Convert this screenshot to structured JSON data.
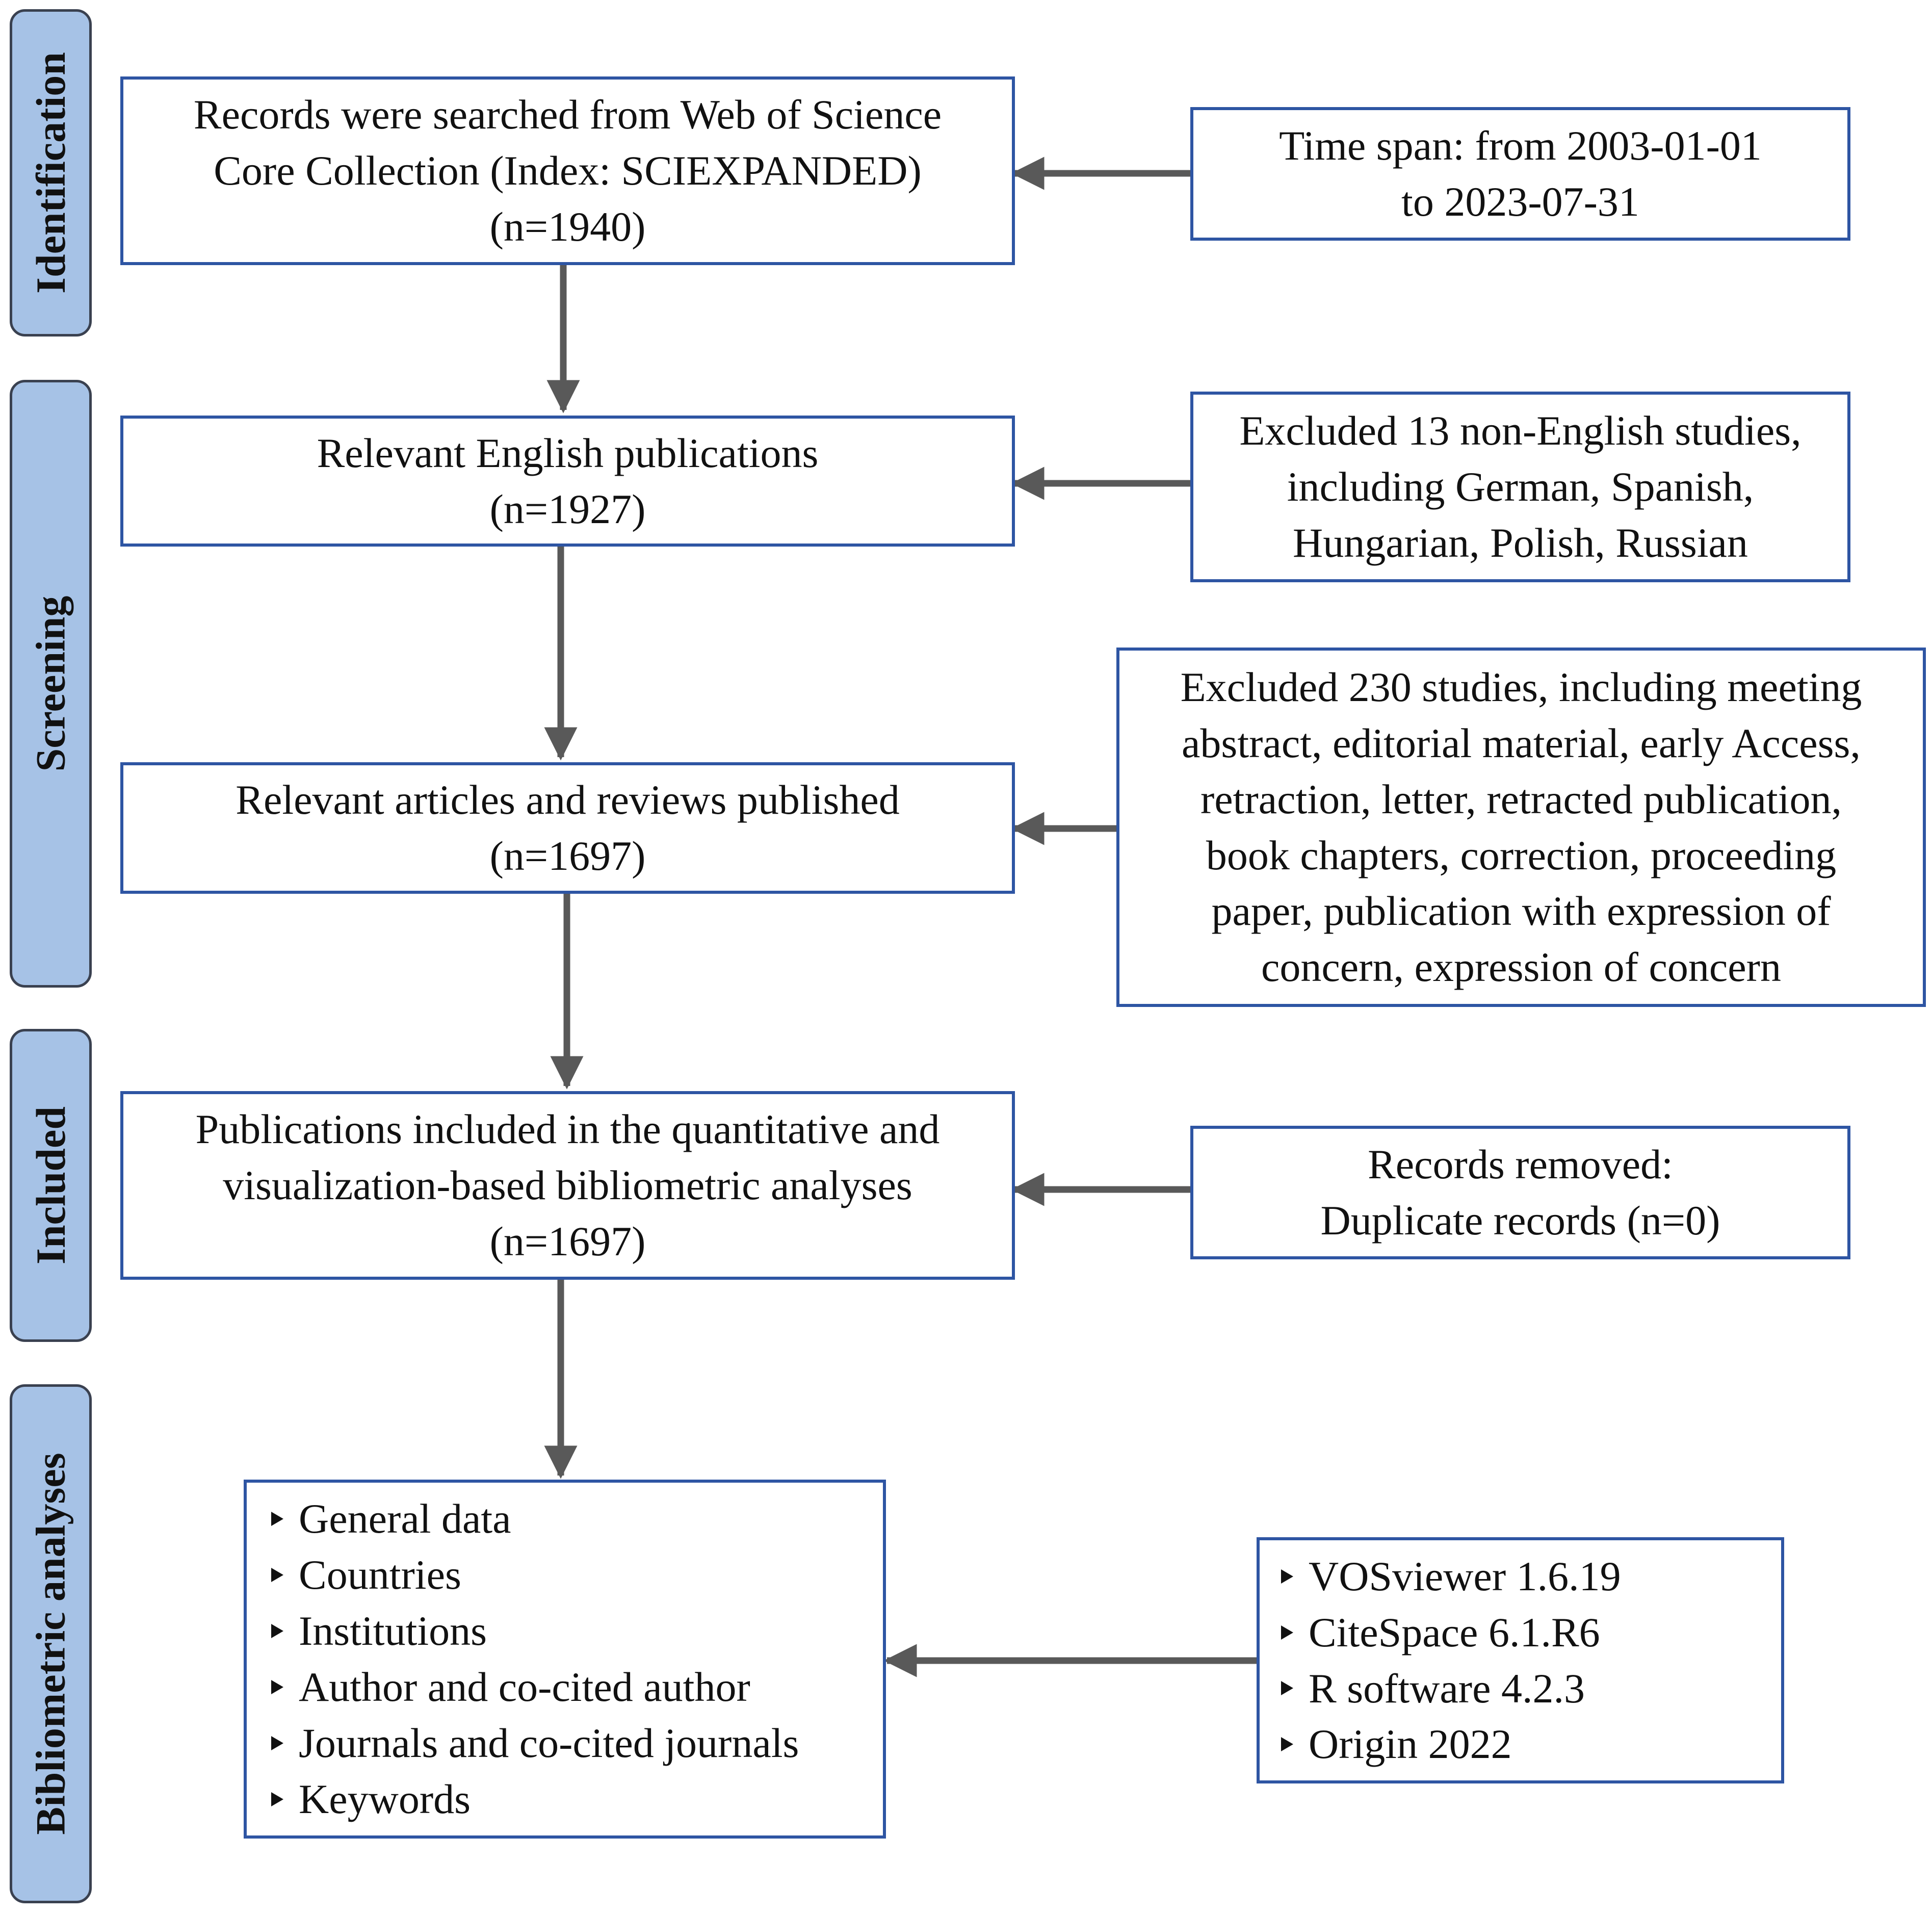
{
  "stages": {
    "identification": "Identification",
    "screening": "Screening",
    "included": "Included",
    "analyses": "Bibliometric analyses"
  },
  "records_searched": {
    "lines": [
      "Records were searched from Web of Science",
      "Core Collection (Index: SCIEXPANDED)",
      "(n=1940)"
    ]
  },
  "time_span": {
    "lines": [
      "Time span: from 2003-01-01",
      "to 2023-07-31"
    ]
  },
  "english_publications": {
    "lines": [
      "Relevant English publications",
      "(n=1927)"
    ]
  },
  "excluded_non_english": {
    "lines": [
      "Excluded 13 non-English studies,",
      "including German, Spanish,",
      "Hungarian, Polish, Russian"
    ]
  },
  "articles_reviews": {
    "lines": [
      "Relevant articles and reviews published",
      "(n=1697)"
    ]
  },
  "excluded_types": {
    "lines": [
      "Excluded 230 studies, including meeting",
      "abstract, editorial material, early Access,",
      "retraction, letter, retracted publication,",
      "book chapters, correction, proceeding",
      "paper, publication with expression of",
      "concern, expression of concern"
    ]
  },
  "publications_included": {
    "lines": [
      "Publications included in the quantitative and",
      "visualization-based bibliometric analyses",
      "(n=1697)"
    ]
  },
  "records_removed": {
    "lines": [
      "Records removed:",
      "Duplicate records (n=0)"
    ]
  },
  "analysis_items": [
    "General data",
    "Countries",
    "Institutions",
    "Author and co-cited author",
    "Journals and co-cited journals",
    "Keywords"
  ],
  "software_items": [
    "VOSviewer 1.6.19",
    "CiteSpace 6.1.R6",
    "R software 4.2.3",
    "Origin 2022"
  ],
  "colors": {
    "stage_fill": "#a6c2e6",
    "box_border": "#2e55a3",
    "arrow": "#595959"
  }
}
